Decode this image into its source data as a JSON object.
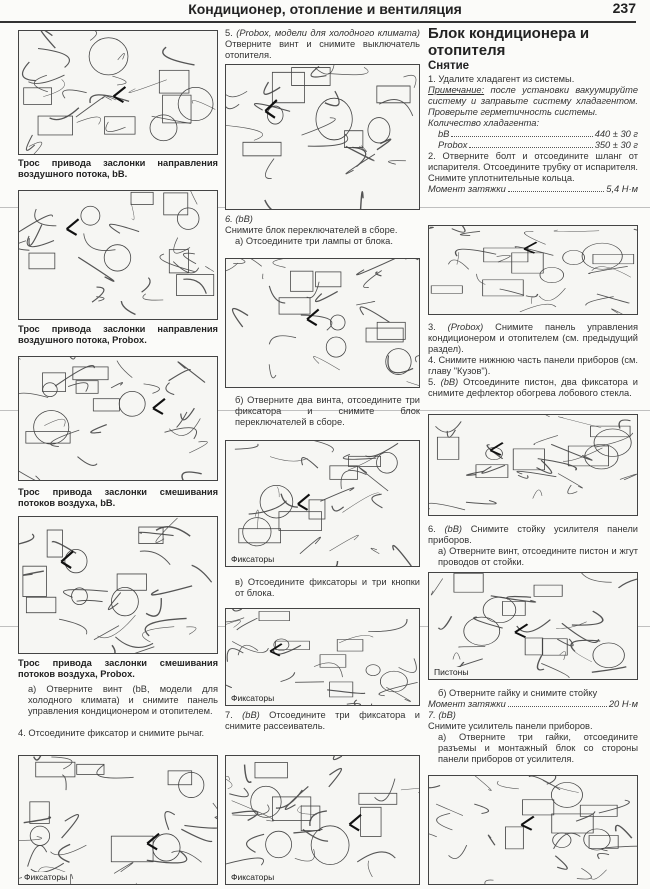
{
  "header": {
    "title": "Кондиционер, отопление и вентиляция",
    "page": "237"
  },
  "left": {
    "cap1": "Трос привода заслонки направления воздушного потока, bB.",
    "cap2": "Трос привода заслонки направления воздушного потока, Probox.",
    "cap3": "Трос привода заслонки смешивания потоков воздуха, bB.",
    "cap4": "Трос привода заслонки смешивания потоков воздуха, Probox.",
    "step_a": "а) Отверните винт (bB, модели для холодного климата) и снимите панель управления кондиционером и отопителем.",
    "step4": "4. Отсоедините фиксатор и снимите рычаг.",
    "fig5_label": "Фиксаторы"
  },
  "middle": {
    "step5_prefix": "5.",
    "step5_italic": "(Probox, модели для холодного климата)",
    "step5_text": "Отверните винт и снимите выключатель отопителя.",
    "step6_title": "6. (bB)",
    "step6_text": "Снимите блок переключателей в сборе.",
    "step6_a": "а) Отсоедините три лампы от блока.",
    "step6_b": "б) Отверните два винта, отсоедините три фиксатора и снимите блок переключателей в сборе.",
    "fig8_label": "Фиксаторы",
    "step6_c": "в) Отсоедините фиксаторы и три кнопки от блока.",
    "fig9_label": "Фиксаторы",
    "step7_prefix": "7.",
    "step7_italic": "(bB)",
    "step7_text": "Отсоедините три фиксатора и снимите рассеиватель.",
    "fig10_label": "Фиксаторы"
  },
  "right": {
    "heading": "Блок кондиционера и отопителя",
    "subheading": "Снятие",
    "step1": "1. Удалите хладагент из системы.",
    "note_label": "Примечание:",
    "note_text": "после установки вакуумируйте систему и заправьте систему хладагентом. Проверьте герметичность системы.",
    "qty_title": "Количество хладагента:",
    "qty": [
      {
        "model": "bB",
        "value": "440 ± 30 г"
      },
      {
        "model": "Probox",
        "value": "350 ± 30 г"
      }
    ],
    "step2": "2. Отверните болт и отсоедините шланг от испарителя. Отсоедините трубку от испарителя. Снимите уплотнительные кольца.",
    "torque1_label": "Момент затяжки",
    "torque1_value": "5,4 Н·м",
    "step3_prefix": "3.",
    "step3_italic": "(Probox)",
    "step3_text": "Снимите панель управления кондиционером и отопителем (см. предыдущий раздел).",
    "step4": "4. Снимите нижнюю часть панели приборов (см. главу \"Кузов\").",
    "step5_prefix": "5.",
    "step5_italic": "(bB)",
    "step5_text": "Отсоедините пистон, два фиксатора и снимите дефлектор обогрева лобового стекла.",
    "step6_prefix": "6.",
    "step6_italic": "(bB)",
    "step6_text": "Снимите стойку усилителя панели приборов.",
    "step6_a": "а) Отверните винт, отсоедините пистон и жгут проводов от стойки.",
    "fig13_label": "Пистоны",
    "step6_b": "б) Отверните гайку и снимите стойку",
    "torque2_label": "Момент затяжки",
    "torque2_value": "20 Н·м",
    "step7_title": "7. (bB)",
    "step7_text": "Снимите усилитель панели приборов.",
    "step7_a": "а) Отверните три гайки, отсоедините разъемы и монтажный блок со стороны панели приборов от усилителя."
  }
}
